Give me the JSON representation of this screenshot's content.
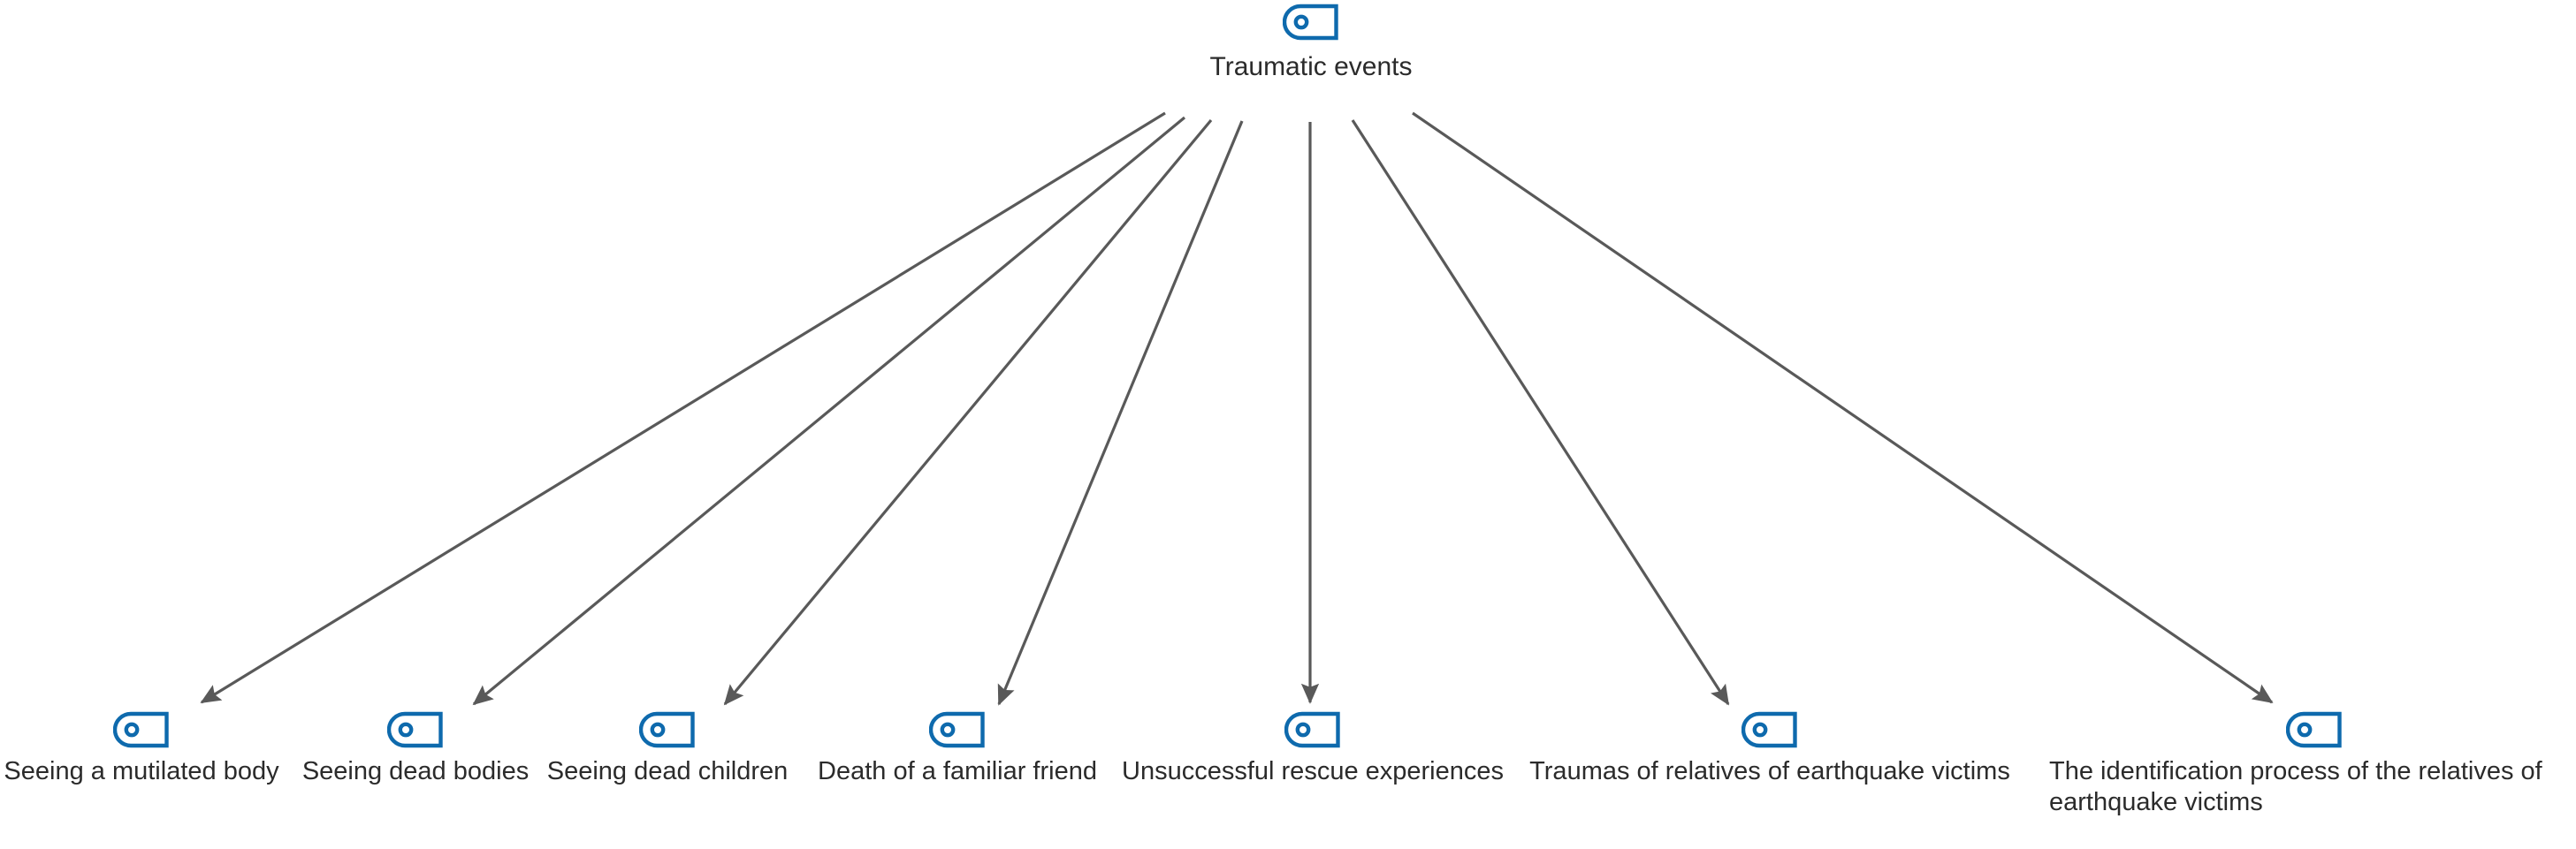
{
  "diagram": {
    "type": "hierarchy-tree",
    "title_node": "root",
    "background_color": "#ffffff",
    "icon_color": "#0e6aad",
    "edge_color": "#595959",
    "label_color": "#2b2b2b",
    "icon_name": "tag-icon",
    "root": {
      "id": "root",
      "label": "Traumatic events"
    },
    "children": [
      {
        "id": "child-1",
        "label": "Seeing a mutilated body"
      },
      {
        "id": "child-2",
        "label": "Seeing dead bodies"
      },
      {
        "id": "child-3",
        "label": "Seeing dead children"
      },
      {
        "id": "child-4",
        "label": "Death of a familiar friend"
      },
      {
        "id": "child-5",
        "label": "Unsuccessful rescue experiences"
      },
      {
        "id": "child-6",
        "label": "Traumas of relatives of earthquake victims"
      },
      {
        "id": "child-7",
        "label": "The identification process of the relatives of earthquake victims"
      }
    ]
  }
}
